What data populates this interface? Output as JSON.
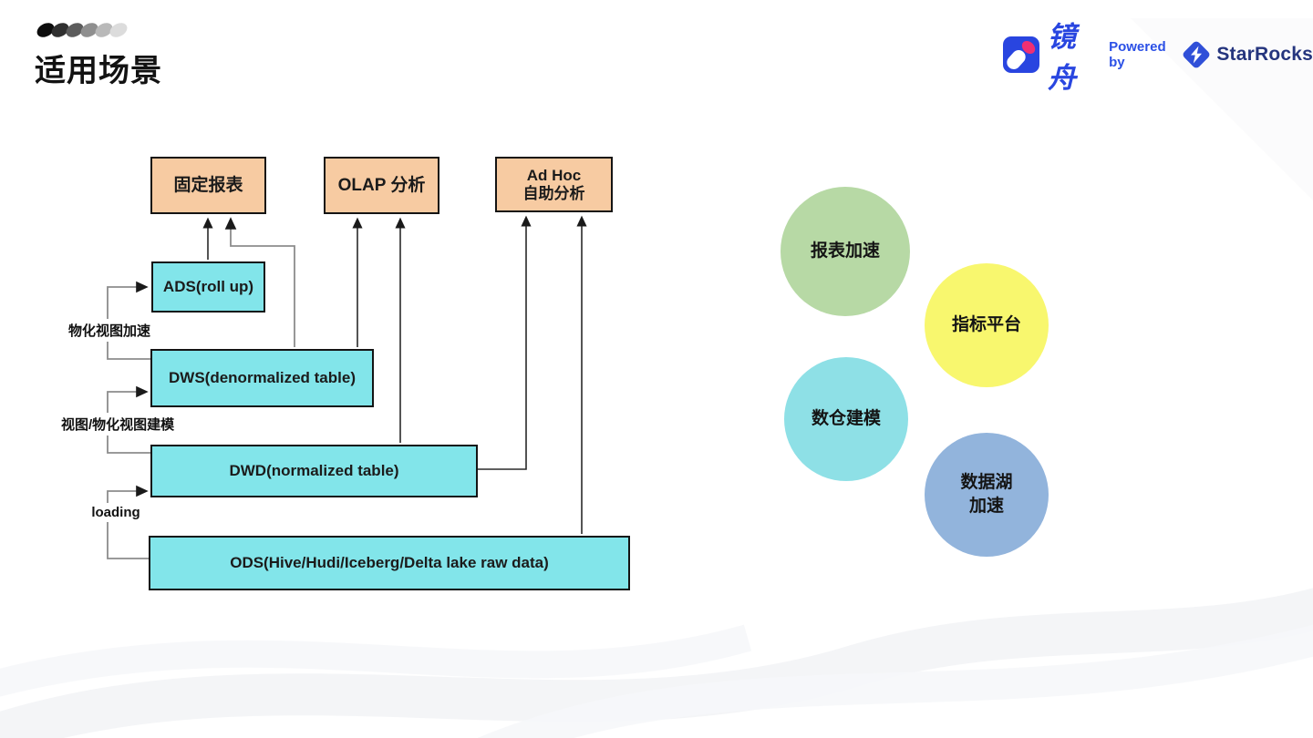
{
  "slide": {
    "title": "适用场景"
  },
  "dots": {
    "colors": [
      "#0d0d0d",
      "#303030",
      "#5c5c5c",
      "#8f8f8f",
      "#b9b9b9",
      "#dcdcdc"
    ]
  },
  "branding": {
    "jingzhou": "镜舟",
    "powered_by": "Powered by",
    "starrocks": "StarRocks",
    "jingzhou_blue": "#2946e0",
    "powered_by_blue": "#2b50e6",
    "starrocks_navy": "#25357e",
    "pink_accent": "#f02f73"
  },
  "diagram": {
    "use_cases": [
      {
        "label": "固定报表"
      },
      {
        "label": "OLAP 分析"
      },
      {
        "line1": "Ad Hoc",
        "line2": "自助分析"
      }
    ],
    "layers": [
      {
        "label": "ADS(roll up)"
      },
      {
        "label": "DWS(denormalized table)"
      },
      {
        "label": "DWD(normalized table)"
      },
      {
        "label": "ODS(Hive/Hudi/Iceberg/Delta lake raw data)"
      }
    ],
    "edge_labels": {
      "mv_accel": "物化视图加速",
      "view_modeling": "视图/物化视图建模",
      "loading": "loading"
    },
    "colors": {
      "use_case_fill": "#f7cba2",
      "layer_fill": "#82e5ea",
      "line_dark": "#2a2a2a",
      "line_gray": "#8c8c8c"
    }
  },
  "scenarios": [
    {
      "label": "报表加速",
      "color": "#b7d9a5"
    },
    {
      "label": "指标平台",
      "color": "#f8f76e"
    },
    {
      "label": "数仓建模",
      "color": "#8ee0e6"
    },
    {
      "line1": "数据湖",
      "line2": "加速",
      "color": "#92b4dc"
    }
  ]
}
